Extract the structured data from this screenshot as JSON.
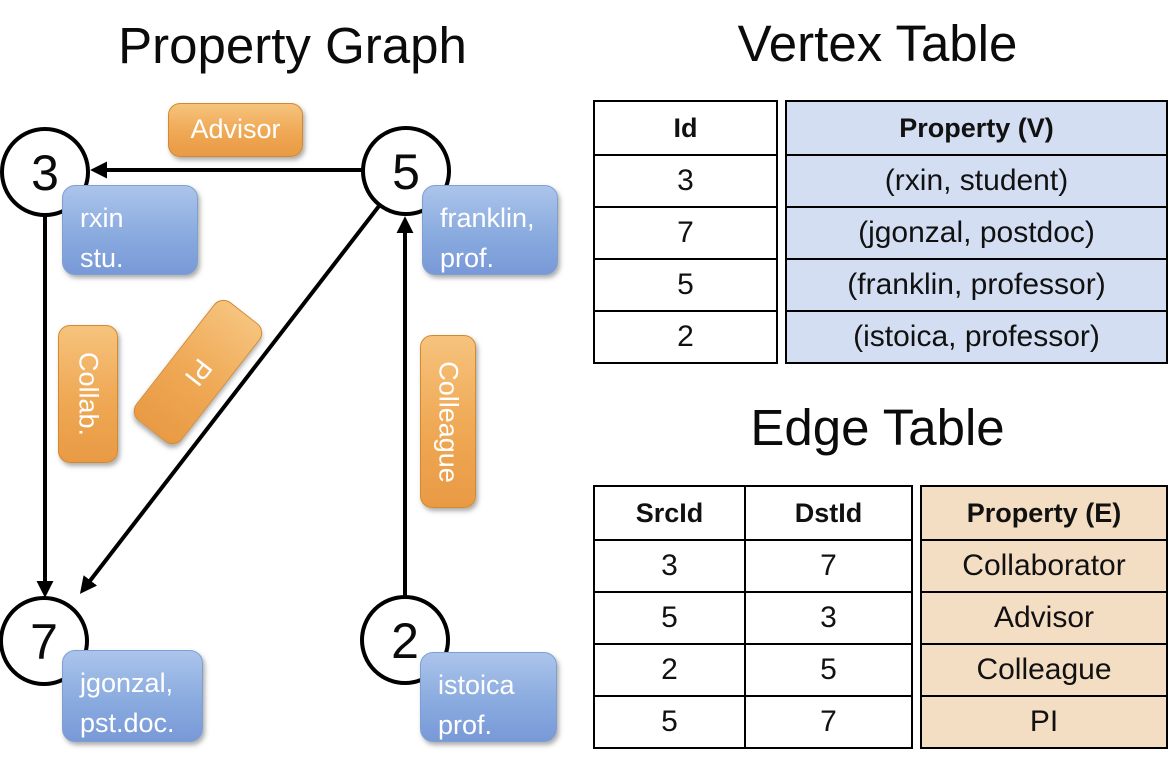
{
  "titles": {
    "graph": "Property Graph",
    "vertex_table": "Vertex Table",
    "edge_table": "Edge Table"
  },
  "graph": {
    "nodes": [
      {
        "id": "3",
        "property_line1": "rxin",
        "property_line2": "stu."
      },
      {
        "id": "5",
        "property_line1": "franklin,",
        "property_line2": "prof."
      },
      {
        "id": "7",
        "property_line1": "jgonzal,",
        "property_line2": "pst.doc."
      },
      {
        "id": "2",
        "property_line1": "istoica",
        "property_line2": "prof."
      }
    ],
    "edges": [
      {
        "src": "5",
        "dst": "3",
        "label": "Advisor"
      },
      {
        "src": "3",
        "dst": "7",
        "label": "Collab."
      },
      {
        "src": "5",
        "dst": "7",
        "label": "PI"
      },
      {
        "src": "2",
        "dst": "5",
        "label": "Colleague"
      }
    ]
  },
  "vertex_table": {
    "headers": {
      "id": "Id",
      "property": "Property (V)"
    },
    "rows": [
      {
        "id": "3",
        "property": "(rxin, student)"
      },
      {
        "id": "7",
        "property": "(jgonzal, postdoc)"
      },
      {
        "id": "5",
        "property": "(franklin, professor)"
      },
      {
        "id": "2",
        "property": "(istoica, professor)"
      }
    ]
  },
  "edge_table": {
    "headers": {
      "src": "SrcId",
      "dst": "DstId",
      "property": "Property (E)"
    },
    "rows": [
      {
        "src": "3",
        "dst": "7",
        "property": "Collaborator"
      },
      {
        "src": "5",
        "dst": "3",
        "property": "Advisor"
      },
      {
        "src": "2",
        "dst": "5",
        "property": "Colleague"
      },
      {
        "src": "5",
        "dst": "7",
        "property": "PI"
      }
    ]
  },
  "colors": {
    "vertex_box": "#8aabdf",
    "edge_box": "#efa854",
    "vertex_table_fill": "#d4def2",
    "edge_table_fill": "#f3ddc3",
    "line": "#000000"
  }
}
